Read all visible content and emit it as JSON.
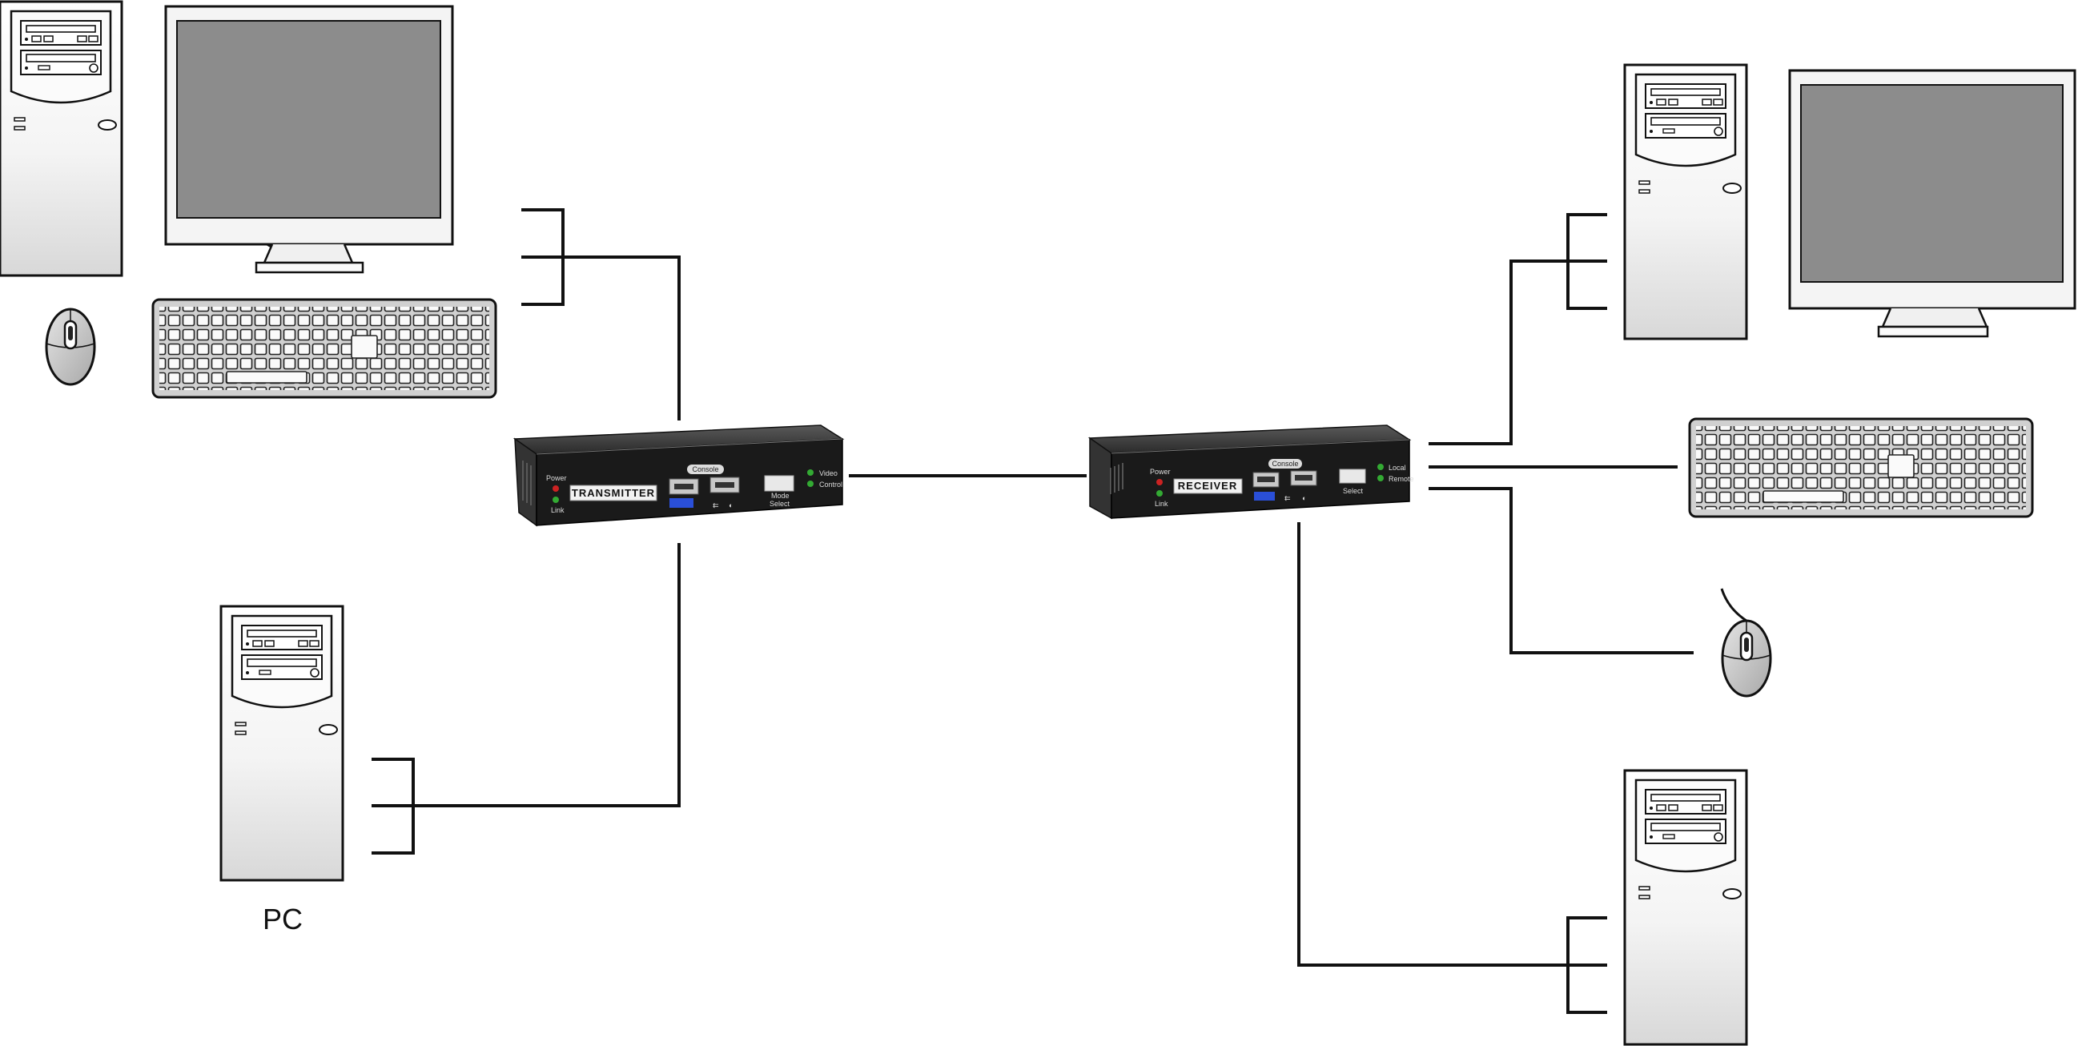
{
  "labels": {
    "pc": "PC"
  },
  "transmitter": {
    "name": "TRANSMITTER",
    "power": "Power",
    "link": "Link",
    "console": "Console",
    "mode": "Mode",
    "select": "Select",
    "video": "Video",
    "control": "Control"
  },
  "receiver": {
    "name": "RECEIVER",
    "power": "Power",
    "link": "Link",
    "console": "Console",
    "select": "Select",
    "local": "Local",
    "remote": "Remote"
  },
  "colors": {
    "line": "#111111",
    "device_body": "#1a1a1a",
    "screen": "#8c8c8c",
    "case_fill": "#f2f2f2",
    "led_red": "#cc2222",
    "led_green": "#33aa33"
  }
}
